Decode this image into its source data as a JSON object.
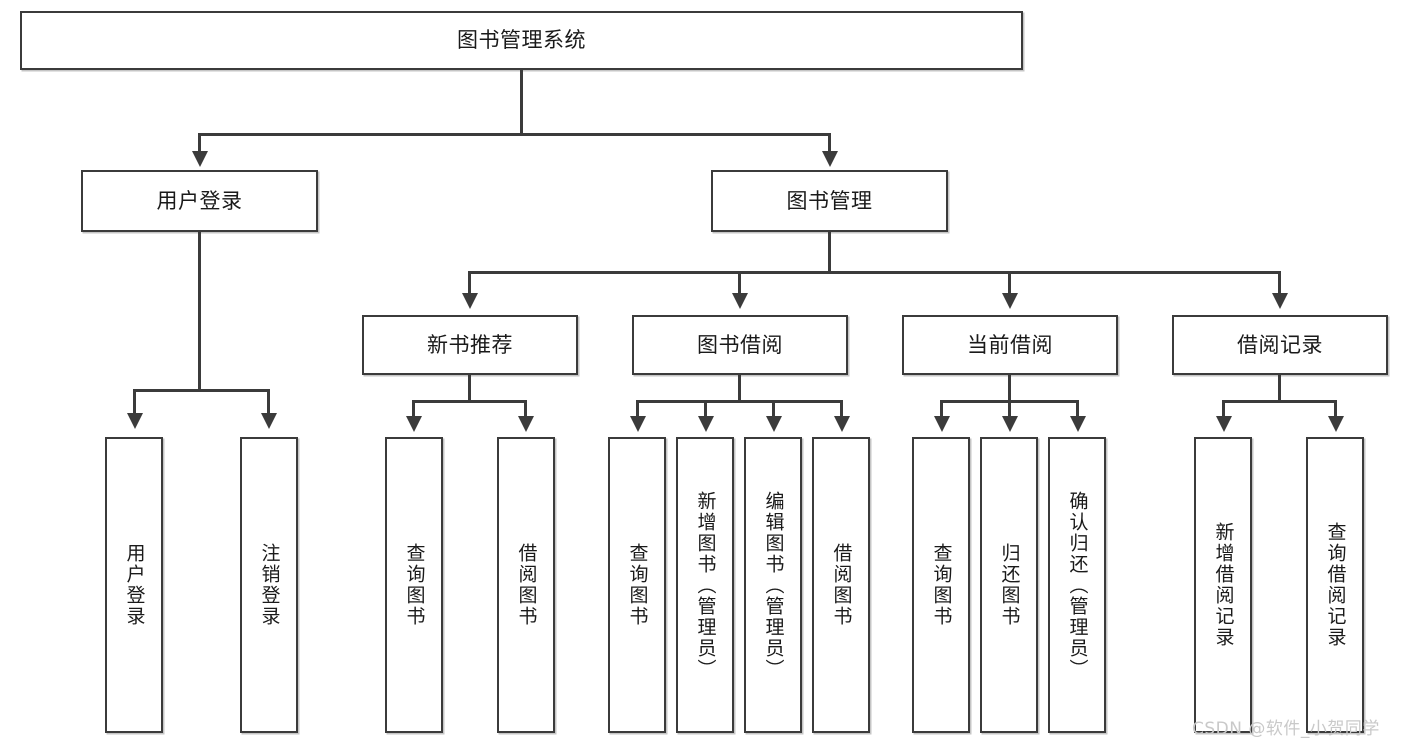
{
  "diagram": {
    "title": "图书管理系统",
    "type": "tree-hierarchy-chart"
  },
  "root": {
    "label": "图书管理系统"
  },
  "level2": [
    {
      "label": "用户登录"
    },
    {
      "label": "图书管理"
    }
  ],
  "level3": [
    {
      "label": "新书推荐"
    },
    {
      "label": "图书借阅"
    },
    {
      "label": "当前借阅"
    },
    {
      "label": "借阅记录"
    }
  ],
  "leaves": {
    "user_login": [
      {
        "label": "用户登录"
      },
      {
        "label": "注销登录"
      }
    ],
    "new_book_recommend": [
      {
        "label": "查询图书"
      },
      {
        "label": "借阅图书"
      }
    ],
    "book_borrow": [
      {
        "label": "查询图书"
      },
      {
        "label": "新增图书（管理员）"
      },
      {
        "label": "编辑图书（管理员）"
      },
      {
        "label": "借阅图书"
      }
    ],
    "current_borrow": [
      {
        "label": "查询图书"
      },
      {
        "label": "归还图书"
      },
      {
        "label": "确认归还（管理员）"
      }
    ],
    "borrow_record": [
      {
        "label": "新增借阅记录"
      },
      {
        "label": "查询借阅记录"
      }
    ]
  },
  "watermark": {
    "text": "CSDN @软件_小贺同学"
  },
  "colors": {
    "stroke": "#3b3b3b",
    "fill": "#ffffff",
    "text": "#1a1a1a",
    "watermark": "#c9c9c9"
  }
}
